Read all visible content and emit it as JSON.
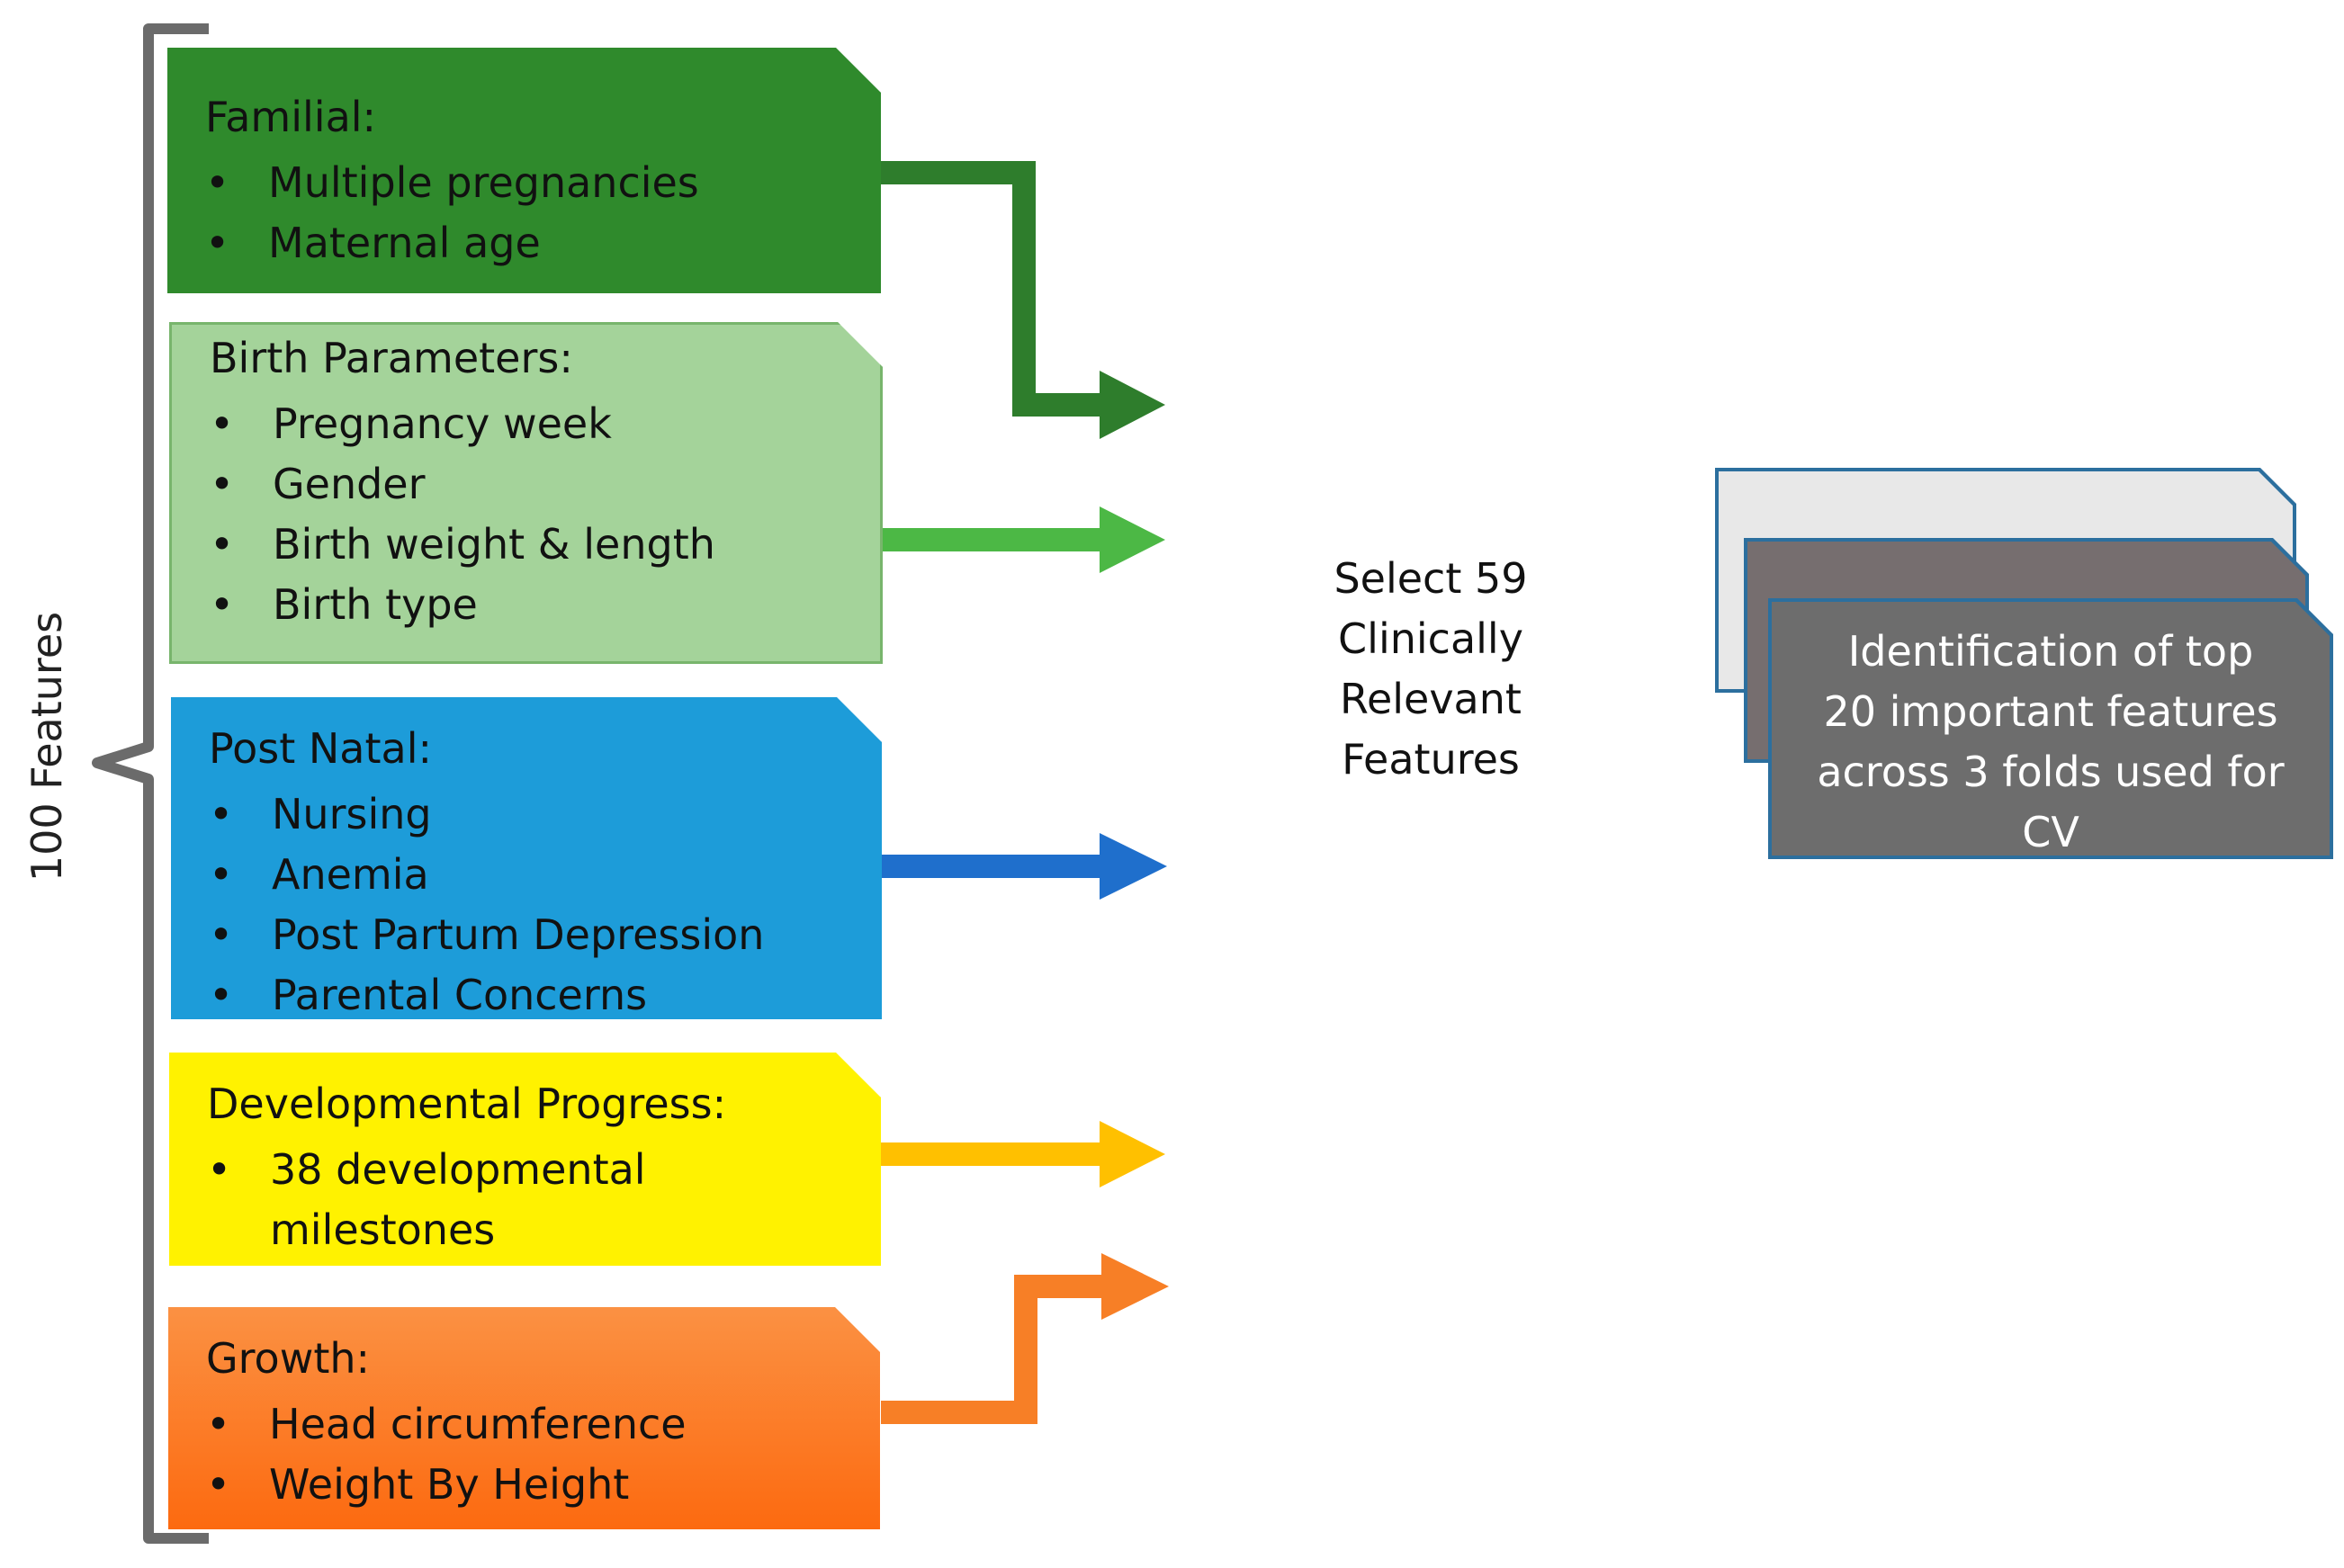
{
  "side_label": "100 Features",
  "categories": [
    {
      "title": "Familial:",
      "items": [
        "Multiple pregnancies",
        "Maternal age"
      ],
      "color": "#2f8a2c"
    },
    {
      "title": "Birth Parameters:",
      "items": [
        "Pregnancy week",
        "Gender",
        "Birth weight & length",
        "Birth type"
      ],
      "color": "#a4d39a"
    },
    {
      "title": "Post Natal:",
      "items": [
        "Nursing",
        "Anemia",
        "Post Partum Depression",
        "Parental Concerns"
      ],
      "color": "#1d9cd9"
    },
    {
      "title": "Developmental Progress:",
      "items": [
        "38 developmental",
        "milestones"
      ],
      "color": "#fff200"
    },
    {
      "title": "Growth:",
      "items": [
        "Head circumference",
        "Weight By Height"
      ],
      "color": "#fc7a22"
    }
  ],
  "arrow_colors": {
    "familial": "#2e7d2c",
    "birth": "#4cb845",
    "postnatal": "#1f6fcc",
    "developmental": "#ffc000",
    "growth": "#f77f26"
  },
  "center_text": [
    "Select 59",
    "Clinically",
    "Relevant",
    "Features"
  ],
  "result_card": {
    "lines": [
      "Identification of top",
      "20 important features",
      "across 3 folds used for",
      "CV"
    ],
    "colors": {
      "back": "#e8e8e8",
      "middle": "#766e6f",
      "front": "#6d6d6d",
      "border": "#2c6f9e"
    }
  }
}
